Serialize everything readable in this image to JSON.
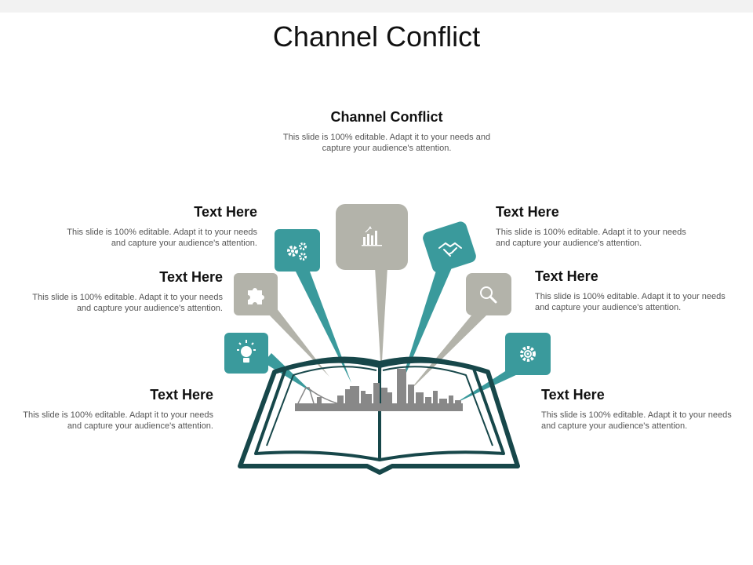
{
  "title": "Channel Conflict",
  "blocks": {
    "top": {
      "heading": "Channel Conflict",
      "body": "This slide is 100% editable. Adapt it to your needs and capture your audience's attention."
    },
    "left_upper": {
      "heading": "Text Here",
      "body": "This slide is 100% editable. Adapt it to your needs and capture your audience's attention."
    },
    "left_middle": {
      "heading": "Text Here",
      "body": "This slide is 100% editable. Adapt it to your needs and capture your audience's attention."
    },
    "left_lower": {
      "heading": "Text Here",
      "body": "This slide is 100% editable. Adapt it to your needs and capture your audience's attention."
    },
    "right_upper": {
      "heading": "Text Here",
      "body": "This slide is 100% editable. Adapt it to your needs and capture your audience's attention."
    },
    "right_middle": {
      "heading": "Text Here",
      "body": "This slide is 100% editable. Adapt it to your needs and capture your audience's attention."
    },
    "right_lower": {
      "heading": "Text Here",
      "body": "This slide is 100% editable. Adapt it to your needs and capture your audience's attention."
    }
  },
  "icons": [
    "lightbulb-icon",
    "puzzle-icon",
    "gears-icon",
    "bar-chart-icon",
    "handshake-icon",
    "search-icon",
    "settings-icon"
  ],
  "colors": {
    "teal": "#3a9a9c",
    "gray": "#b3b3aa",
    "book": "#17474a",
    "city": "#888888"
  }
}
